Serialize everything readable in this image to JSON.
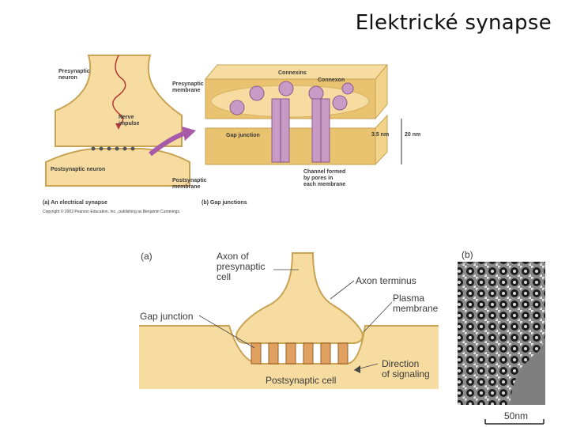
{
  "title": "Elektrické synapse",
  "figure_top": {
    "labels": {
      "presynaptic_neuron": [
        "Presynaptic",
        "neuron"
      ],
      "nerve_impulse": [
        "Nerve",
        "impulse"
      ],
      "postsynaptic_neuron": "Postsynaptic neuron",
      "presynaptic_membrane": [
        "Presynaptic",
        "membrane"
      ],
      "connexins": "Connexins",
      "connexon": "Connexon",
      "gap_junction": "Gap junction",
      "gap_3_5": "3.5 nm",
      "gap_20": "20 nm",
      "channel": [
        "Channel formed",
        "by pores in",
        "each membrane"
      ],
      "postsynaptic_membrane": [
        "Postsynaptic",
        "membrane"
      ],
      "caption_a": "(a) An electrical synapse",
      "caption_b": "(b) Gap junctions",
      "copyright": "Copyright © 2002 Pearson Education, Inc., publishing as Benjamin Cummings."
    }
  },
  "figure_bottom": {
    "labels": {
      "panel_a": "(a)",
      "axon": [
        "Axon of",
        "presynaptic",
        "cell"
      ],
      "axon_terminus": "Axon terminus",
      "plasma_membrane": [
        "Plasma",
        "membrane"
      ],
      "gap_junction": "Gap junction",
      "direction": [
        "Direction",
        "of signaling"
      ],
      "postsynaptic_cell": "Postsynaptic cell",
      "panel_b": "(b)",
      "scale": "50nm"
    }
  },
  "colors": {
    "cytoplasm": "#f6dca0",
    "membrane": "#e9c36f",
    "connexin": "#c79bc6",
    "connexin_dark": "#8e5a8d",
    "arrow": "#a75aa7",
    "orange_channel": "#e0a060"
  }
}
